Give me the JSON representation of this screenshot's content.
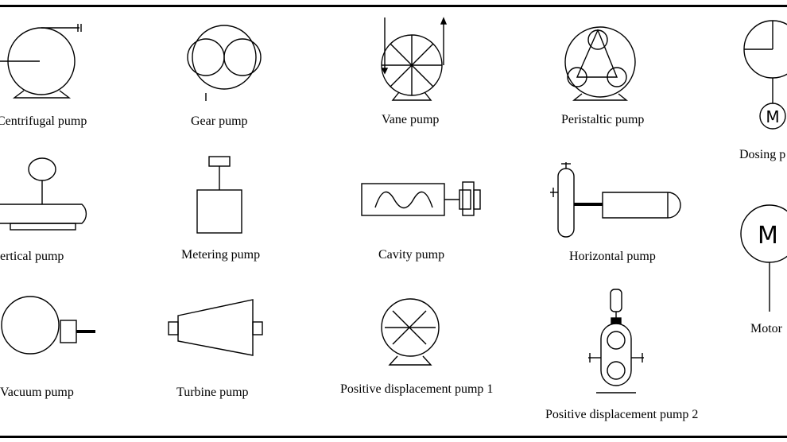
{
  "labels": {
    "centrifugal": "Centrifugal pump",
    "gear": "Gear pump",
    "vane": "Vane pump",
    "peristaltic": "Peristaltic pump",
    "dosing": "Dosing p",
    "vertical": "ertical pump",
    "metering": "Metering pump",
    "cavity": "Cavity pump",
    "horizontal": "Horizontal pump",
    "vacuum": "Vacuum pump",
    "turbine": "Turbine pump",
    "pd1": "Positive displacement pump 1",
    "pd2": "Positive displacement pump 2",
    "motor": "Motor"
  },
  "motor_letter": "M"
}
